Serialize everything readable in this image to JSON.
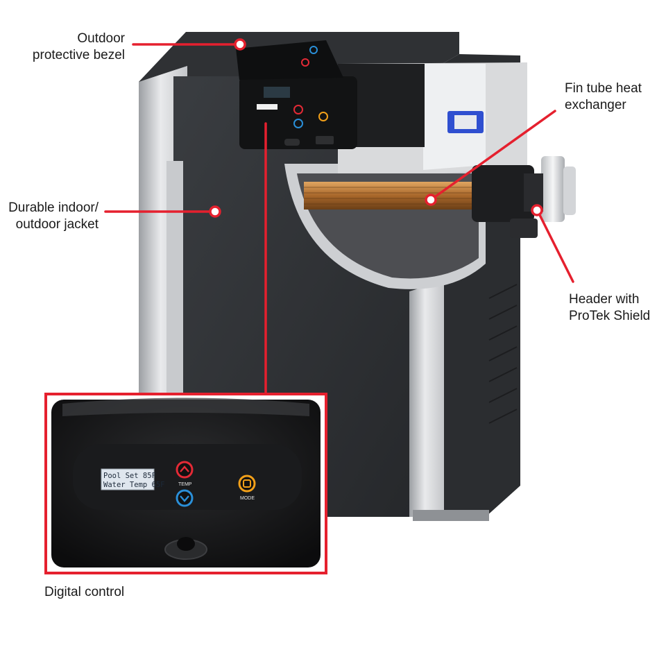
{
  "accent_color": "#e5202e",
  "callouts": {
    "bezel": "Outdoor\nprotective bezel",
    "jacket": "Durable indoor/\noutdoor jacket",
    "exchanger": "Fin tube heat\nexchanger",
    "header": "Header with\nProTek Shield",
    "control": "Digital control"
  },
  "control_panel": {
    "lcd_line1": "Pool Set  85F",
    "lcd_line2": "Water Temp 65F",
    "temp_label": "TEMP",
    "mode_label": "MODE",
    "up_button_color": "#e32a36",
    "down_button_color": "#2a8fd8",
    "mode_button_color": "#f2a019",
    "up_icon": "chevron-up-icon",
    "down_icon": "chevron-down-icon",
    "mode_icon": "mode-square-icon"
  }
}
